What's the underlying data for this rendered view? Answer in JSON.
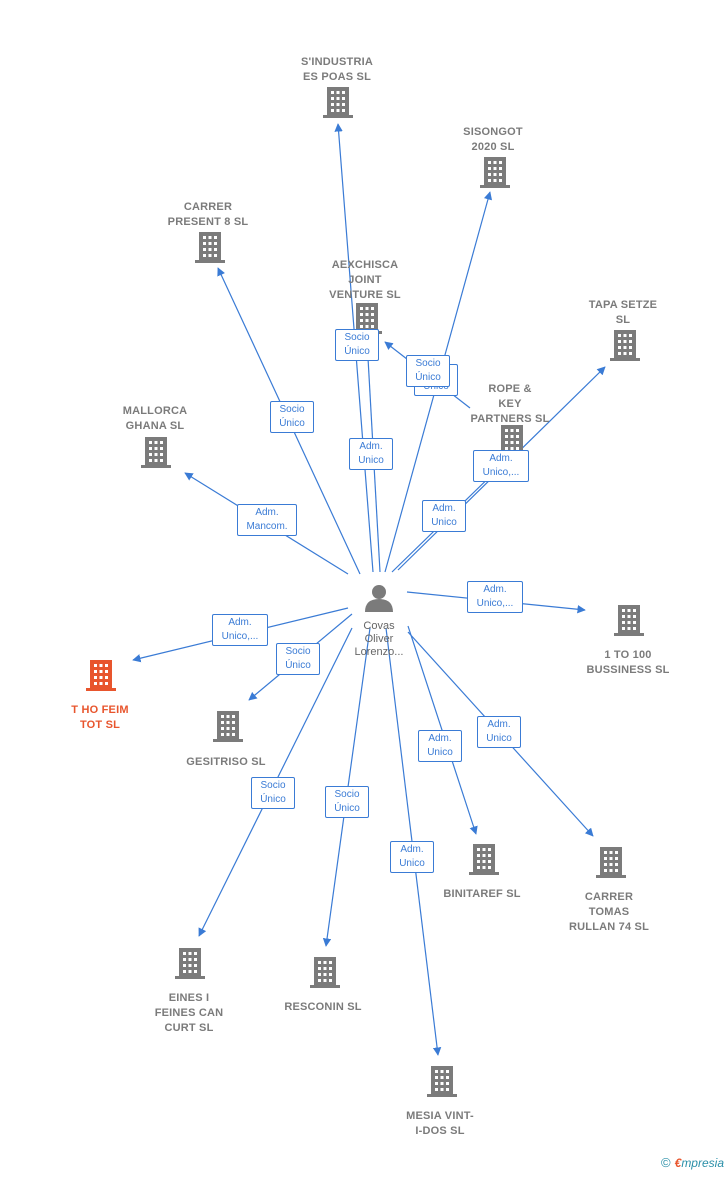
{
  "colors": {
    "edge": "#3a7bd5",
    "company": "#7b7b7b",
    "main_company": "#e8552d",
    "person": "#7b7b7b"
  },
  "person": {
    "label": "Covas\nOliver\nLorenzo...",
    "icon": "person-icon"
  },
  "companies": [
    {
      "id": "sindustria",
      "label": "S'INDUSTRIA\nES POAS  SL"
    },
    {
      "id": "sisongot",
      "label": "SISONGOT\n2020  SL"
    },
    {
      "id": "carrer-present",
      "label": "CARRER\nPRESENT 8  SL"
    },
    {
      "id": "aexchisca",
      "label": "AEXCHISCA\nJOINT\nVENTURE  SL"
    },
    {
      "id": "tapa-setze",
      "label": "TAPA SETZE\nSL"
    },
    {
      "id": "rope-key",
      "label": "ROPE &\nKEY\nPARTNERS  SL"
    },
    {
      "id": "mallorca-ghana",
      "label": "MALLORCA\nGHANA  SL"
    },
    {
      "id": "one-to-100",
      "label": "1 TO 100\nBUSSINESS  SL"
    },
    {
      "id": "t-ho-feim",
      "label": "T HO FEIM\nTOT  SL",
      "main": true
    },
    {
      "id": "gesitriso",
      "label": "GESITRISO  SL"
    },
    {
      "id": "binitaref",
      "label": "BINITAREF  SL"
    },
    {
      "id": "carrer-tomas",
      "label": "CARRER\nTOMAS\nRULLAN 74  SL"
    },
    {
      "id": "eines-feines",
      "label": "EINES I\nFEINES CAN\nCURT  SL"
    },
    {
      "id": "resconin",
      "label": "RESCONIN  SL"
    },
    {
      "id": "mesia",
      "label": "MESIA VINT-\nI-DOS  SL"
    }
  ],
  "edges": [
    {
      "target": "sindustria",
      "label": "Socio\nÚnico"
    },
    {
      "target": "sisongot",
      "label": "Adm.\nUnico"
    },
    {
      "target": "carrer-present",
      "label": "Socio\nÚnico"
    },
    {
      "target": "aexchisca",
      "label": "Adm.\nUnico"
    },
    {
      "target": "aexchisca",
      "label": "Socio\nÚnico"
    },
    {
      "target": "tapa-setze",
      "label": "Adm.\nUnico,..."
    },
    {
      "target": "rope-key",
      "label": "Adm.\nUnico"
    },
    {
      "target": "mallorca-ghana",
      "label": "Adm.\nMancom."
    },
    {
      "target": "one-to-100",
      "label": "Adm.\nUnico,..."
    },
    {
      "target": "t-ho-feim",
      "label": "Adm.\nUnico,..."
    },
    {
      "target": "gesitriso",
      "label": "Socio\nÚnico"
    },
    {
      "target": "binitaref",
      "label": "Adm.\nUnico"
    },
    {
      "target": "carrer-tomas",
      "label": "Adm.\nUnico"
    },
    {
      "target": "eines-feines",
      "label": "Socio\nÚnico"
    },
    {
      "target": "resconin",
      "label": "Socio\nÚnico"
    },
    {
      "target": "mesia",
      "label": "Adm.\nUnico"
    }
  ],
  "copyright": {
    "symbol": "©",
    "brand_first": "€",
    "brand_rest": "mpresia"
  }
}
